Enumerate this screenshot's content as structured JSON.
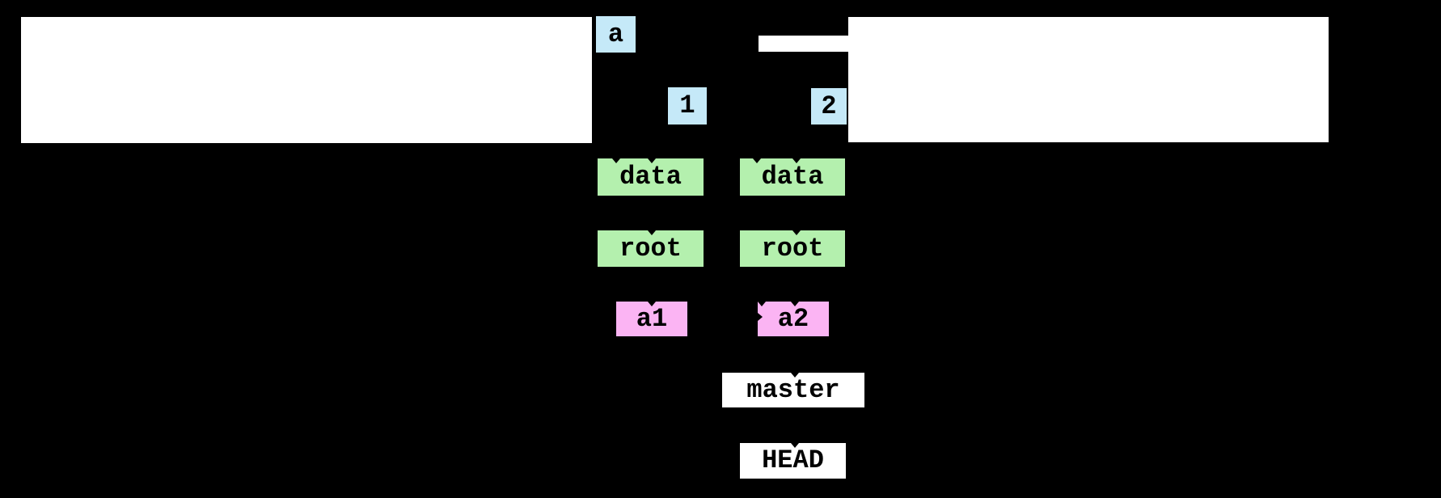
{
  "colors": {
    "background": "#000000",
    "node_text": "#000000",
    "file_blue": "#c5e9f8",
    "object_green": "#b4f0ae",
    "commit_pink": "#fbb4f3",
    "ref_white": "#ffffff"
  },
  "nodes": {
    "file_a": "a",
    "index_1": "1",
    "index_2": "2",
    "blob_left": "data",
    "blob_right": "data",
    "tree_left": "root",
    "tree_right": "root",
    "commit_left": "a1",
    "commit_right": "a2",
    "branch_master": "master",
    "head": "HEAD"
  }
}
